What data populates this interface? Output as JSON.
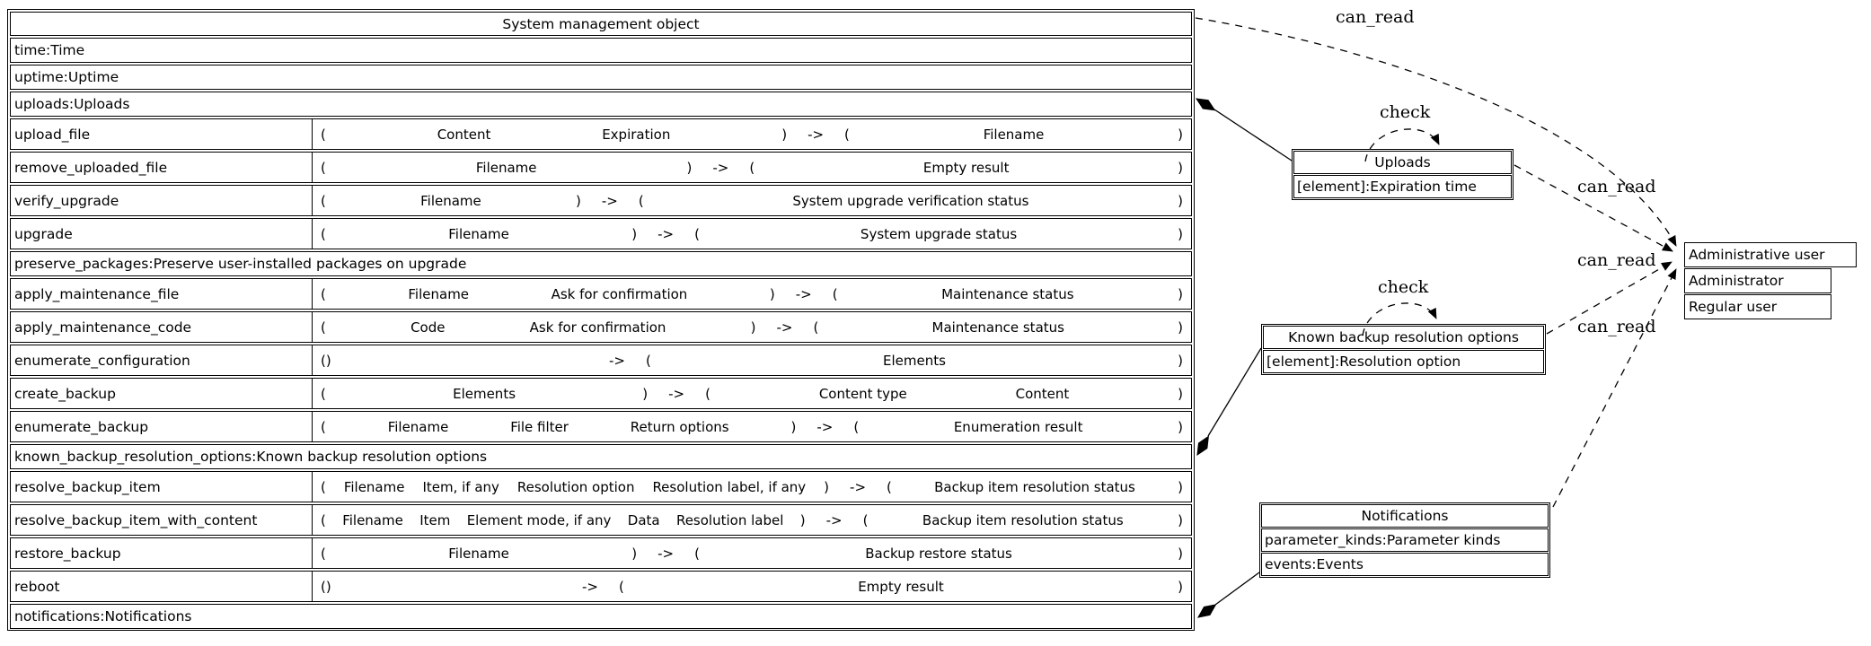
{
  "diagram": {
    "main_table": {
      "title": "System management object",
      "paren_open": "(",
      "paren_close": ")",
      "empty_params": "()",
      "arrow": "->",
      "rows": [
        {
          "type": "attr",
          "text": "time:Time"
        },
        {
          "type": "attr",
          "text": "uptime:Uptime"
        },
        {
          "type": "attr",
          "text": "uploads:Uploads"
        },
        {
          "type": "method",
          "name": "upload_file",
          "params": [
            "Content",
            "Expiration"
          ],
          "results": [
            "Filename"
          ]
        },
        {
          "type": "method",
          "name": "remove_uploaded_file",
          "params": [
            "Filename"
          ],
          "results": [
            "Empty result"
          ]
        },
        {
          "type": "method",
          "name": "verify_upgrade",
          "params": [
            "Filename"
          ],
          "results": [
            "System upgrade verification status"
          ]
        },
        {
          "type": "method",
          "name": "upgrade",
          "params": [
            "Filename"
          ],
          "results": [
            "System upgrade status"
          ]
        },
        {
          "type": "attr",
          "text": "preserve_packages:Preserve user-installed packages on upgrade"
        },
        {
          "type": "method",
          "name": "apply_maintenance_file",
          "params": [
            "Filename",
            "Ask for confirmation"
          ],
          "results": [
            "Maintenance status"
          ]
        },
        {
          "type": "method",
          "name": "apply_maintenance_code",
          "params": [
            "Code",
            "Ask for confirmation"
          ],
          "results": [
            "Maintenance status"
          ]
        },
        {
          "type": "method",
          "name": "enumerate_configuration",
          "params": [],
          "results": [
            "Elements"
          ]
        },
        {
          "type": "method",
          "name": "create_backup",
          "params": [
            "Elements"
          ],
          "results": [
            "Content type",
            "Content"
          ]
        },
        {
          "type": "method",
          "name": "enumerate_backup",
          "params": [
            "Filename",
            "File filter",
            "Return options"
          ],
          "results": [
            "Enumeration result"
          ]
        },
        {
          "type": "attr",
          "text": "known_backup_resolution_options:Known backup resolution options"
        },
        {
          "type": "method",
          "name": "resolve_backup_item",
          "params": [
            "Filename",
            "Item, if any",
            "Resolution option",
            "Resolution label, if any"
          ],
          "results": [
            "Backup item resolution status"
          ]
        },
        {
          "type": "method",
          "name": "resolve_backup_item_with_content",
          "params": [
            "Filename",
            "Item",
            "Element mode, if any",
            "Data",
            "Resolution label"
          ],
          "results": [
            "Backup item resolution status"
          ]
        },
        {
          "type": "method",
          "name": "restore_backup",
          "params": [
            "Filename"
          ],
          "results": [
            "Backup restore status"
          ]
        },
        {
          "type": "method",
          "name": "reboot",
          "params": [],
          "results": [
            "Empty result"
          ]
        },
        {
          "type": "attr",
          "text": "notifications:Notifications"
        }
      ]
    },
    "boxes": {
      "uploads": {
        "title": "Uploads",
        "rows": [
          "[element]:Expiration time"
        ]
      },
      "known_backup_resolution_options": {
        "title": "Known backup resolution options",
        "rows": [
          "[element]:Resolution option"
        ]
      },
      "notifications": {
        "title": "Notifications",
        "rows": [
          "parameter_kinds:Parameter kinds",
          "events:Events"
        ]
      },
      "administrative_user": {
        "title": "Administrative user",
        "rows": [
          "Administrator",
          "Regular user"
        ]
      }
    },
    "edges": {
      "labels": {
        "can_read_main": "can_read",
        "can_read_uploads": "can_read",
        "can_read_known_backup": "can_read",
        "can_read_notifications": "can_read",
        "check_uploads": "check",
        "check_known_backup": "check"
      }
    },
    "colors": {
      "stroke": "#000000",
      "background": "#ffffff"
    }
  }
}
